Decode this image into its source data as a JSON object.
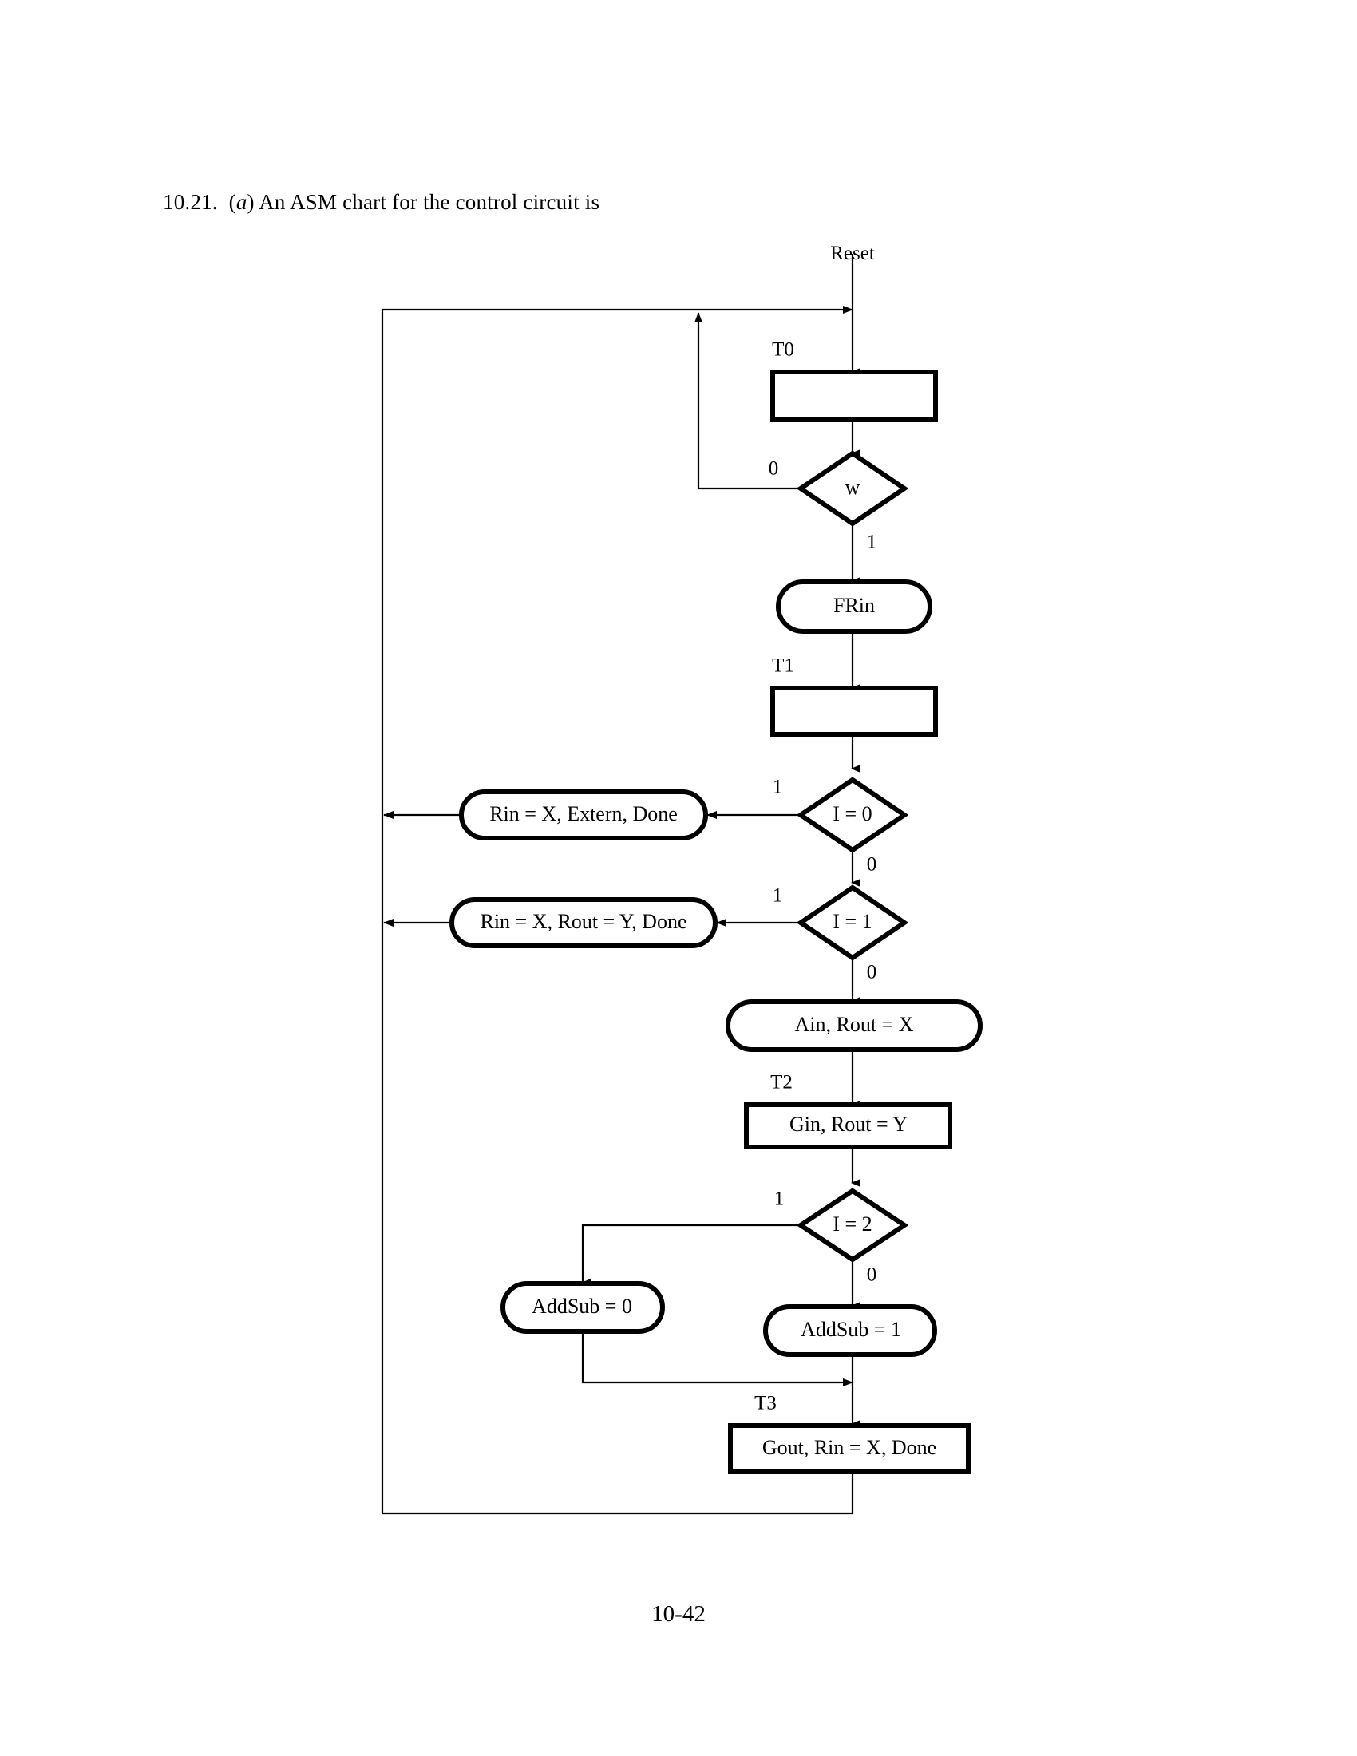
{
  "page": {
    "heading_prefix": "10.21.",
    "heading_paren_open": "(",
    "heading_part_letter": "a",
    "heading_paren_close": ")",
    "heading_text": "An ASM chart for the control circuit is",
    "footer": "10-42"
  },
  "chart_data": {
    "type": "diagram",
    "title": "ASM chart for the control circuit",
    "entry": {
      "label": "Reset"
    },
    "states": [
      {
        "id": "T0",
        "name": "T0",
        "shape": "state-box",
        "output": ""
      },
      {
        "id": "T1",
        "name": "T1",
        "shape": "state-box",
        "output": ""
      },
      {
        "id": "T2",
        "name": "T2",
        "shape": "state-box",
        "output": "Gin, Rout  =  Y"
      },
      {
        "id": "T3",
        "name": "T3",
        "shape": "state-box",
        "output": "Gout, Rin  =  X, Done"
      }
    ],
    "decisions": [
      {
        "id": "d_w",
        "condition": "w",
        "shape": "diamond",
        "true_label": "1",
        "false_label": "0"
      },
      {
        "id": "d_i0",
        "condition": "I = 0",
        "shape": "diamond",
        "true_label": "1",
        "false_label": "0"
      },
      {
        "id": "d_i1",
        "condition": "I = 1",
        "shape": "diamond",
        "true_label": "1",
        "false_label": "0"
      },
      {
        "id": "d_i2",
        "condition": "I = 2",
        "shape": "diamond",
        "true_label": "1",
        "false_label": "0"
      }
    ],
    "conditional_outputs": [
      {
        "id": "o_frin",
        "text": "FRin",
        "shape": "rounded-oval"
      },
      {
        "id": "o_extern",
        "text": "Rin  =  X, Extern, Done",
        "shape": "rounded-oval"
      },
      {
        "id": "o_routy",
        "text": "Rin  =  X, Rout  =  Y, Done",
        "shape": "rounded-oval"
      },
      {
        "id": "o_ain",
        "text": "Ain, Rout  =  X",
        "shape": "rounded-oval"
      },
      {
        "id": "o_addsub0",
        "text": "AddSub = 0",
        "shape": "rounded-oval"
      },
      {
        "id": "o_addsub1",
        "text": "AddSub = 1",
        "shape": "rounded-oval"
      }
    ],
    "edges": [
      {
        "from": "Reset",
        "to": "T0",
        "label": ""
      },
      {
        "from": "T0",
        "to": "d_w",
        "label": ""
      },
      {
        "from": "d_w",
        "to": "T0",
        "label": "0"
      },
      {
        "from": "d_w",
        "to": "o_frin",
        "label": "1"
      },
      {
        "from": "o_frin",
        "to": "T1",
        "label": ""
      },
      {
        "from": "T1",
        "to": "d_i0",
        "label": ""
      },
      {
        "from": "d_i0",
        "to": "o_extern",
        "label": "1"
      },
      {
        "from": "d_i0",
        "to": "d_i1",
        "label": "0"
      },
      {
        "from": "d_i1",
        "to": "o_routy",
        "label": "1"
      },
      {
        "from": "d_i1",
        "to": "o_ain",
        "label": "0"
      },
      {
        "from": "o_ain",
        "to": "T2",
        "label": ""
      },
      {
        "from": "T2",
        "to": "d_i2",
        "label": ""
      },
      {
        "from": "d_i2",
        "to": "o_addsub0",
        "label": "1"
      },
      {
        "from": "d_i2",
        "to": "o_addsub1",
        "label": "0"
      },
      {
        "from": "o_addsub0",
        "to": "T3",
        "label": ""
      },
      {
        "from": "o_addsub1",
        "to": "T3",
        "label": ""
      },
      {
        "from": "o_extern",
        "to": "T0",
        "label": ""
      },
      {
        "from": "o_routy",
        "to": "T0",
        "label": ""
      },
      {
        "from": "T3",
        "to": "T0",
        "label": ""
      }
    ],
    "colors": {
      "stroke": "#000000",
      "fill": "#ffffff",
      "text": "#000000"
    }
  }
}
